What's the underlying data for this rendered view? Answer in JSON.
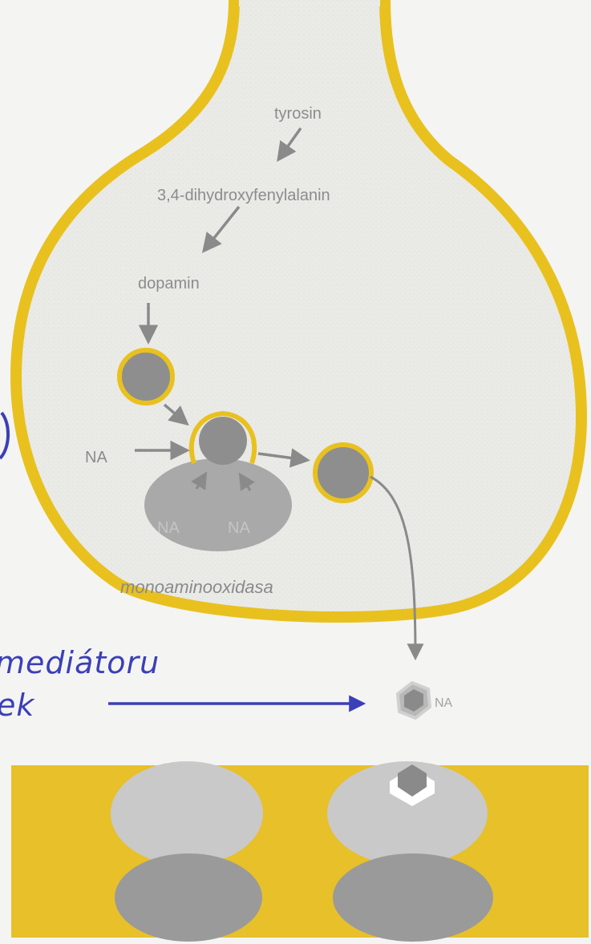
{
  "labels": {
    "tyrosine": "tyrosin",
    "dopa": "3,4-dihydroxyfenylalanin",
    "dopamine": "dopamin",
    "na_incoming": "NA",
    "na_store_left": "NA",
    "na_store_right": "NA",
    "mao": "monoaminooxidasa",
    "na_released": "NA"
  },
  "annotation": {
    "line1": "mediátoru",
    "line2": "ek"
  },
  "colors": {
    "membrane": "#e8c11f",
    "membrane_dark": "#d6ac12",
    "cytoplasm": "#e9e9e6",
    "vesicle": "#8e8e8e",
    "store": "#a9a9a9",
    "arrow": "#8a8a8a",
    "ink": "#3b3fb8",
    "receptor_light": "#c9c9c9",
    "receptor_dark": "#9a9a9a"
  }
}
